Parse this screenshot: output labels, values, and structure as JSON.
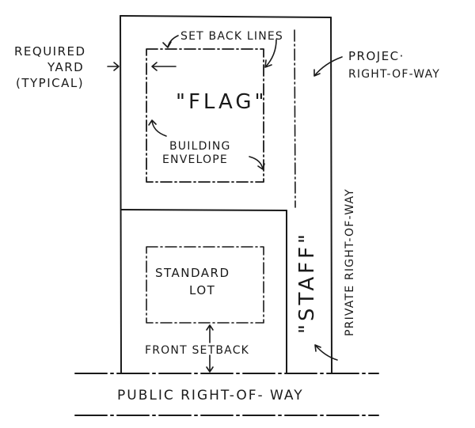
{
  "diagram": {
    "labels": {
      "required_yard_line1": "REQUIRED",
      "required_yard_line2": "YARD",
      "required_yard_line3": "(TYPICAL)",
      "setback_lines": "SET BACK LINES",
      "project_row_line1": "PROJEC·",
      "project_row_line2": "RIGHT-OF-WAY",
      "flag": "\"FLAG\"",
      "building_line1": "BUILDING",
      "building_line2": "ENVELOPE",
      "standard_line1": "STANDARD",
      "standard_line2": "LOT",
      "front_setback": "FRONT SETBACK",
      "staff": "\"STAFF\"",
      "private_row": "PRIVATE RIGHT-OF-WAY",
      "public_row": "PUBLIC RIGHT-OF- WAY"
    }
  }
}
